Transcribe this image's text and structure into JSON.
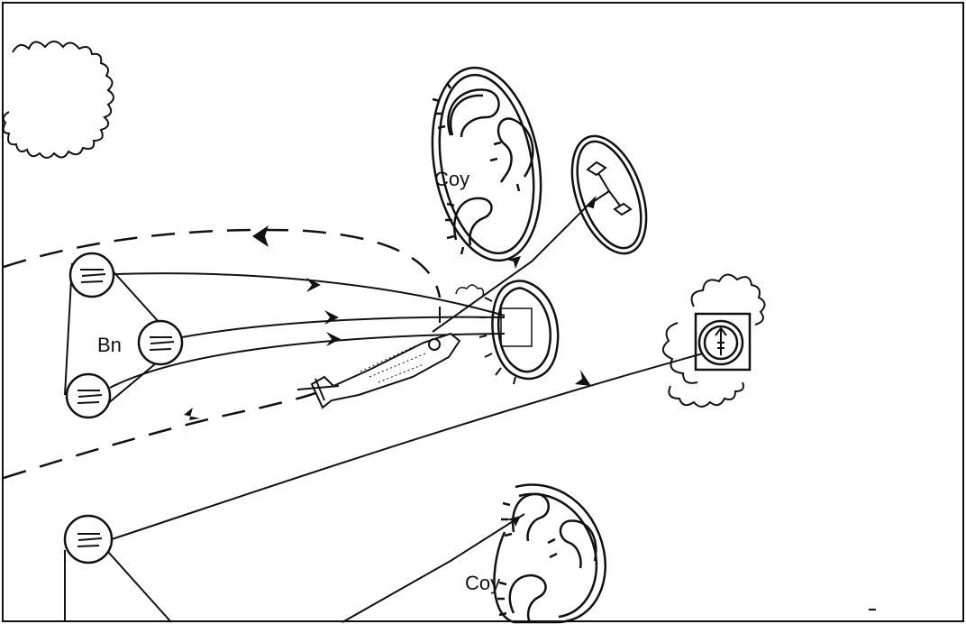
{
  "diagram": {
    "labels": {
      "coy_upper": "Coy",
      "coy_lower": "Coy",
      "bn": "Bn"
    },
    "colors": {
      "ink": "#111111",
      "paper": "#ffffff"
    },
    "icons": {
      "weapon_positions": "anti-tank-weapon-icon",
      "artillery_battery": "battery-unit-icon",
      "objective": "observation-post-icon",
      "helicopter": "attack-helicopter-icon",
      "vegetation": "woods-outline-icon"
    },
    "line_styles": {
      "fire_lines": "solid-with-arrowheads",
      "helicopter_route": "dashed-with-arrowheads"
    }
  }
}
